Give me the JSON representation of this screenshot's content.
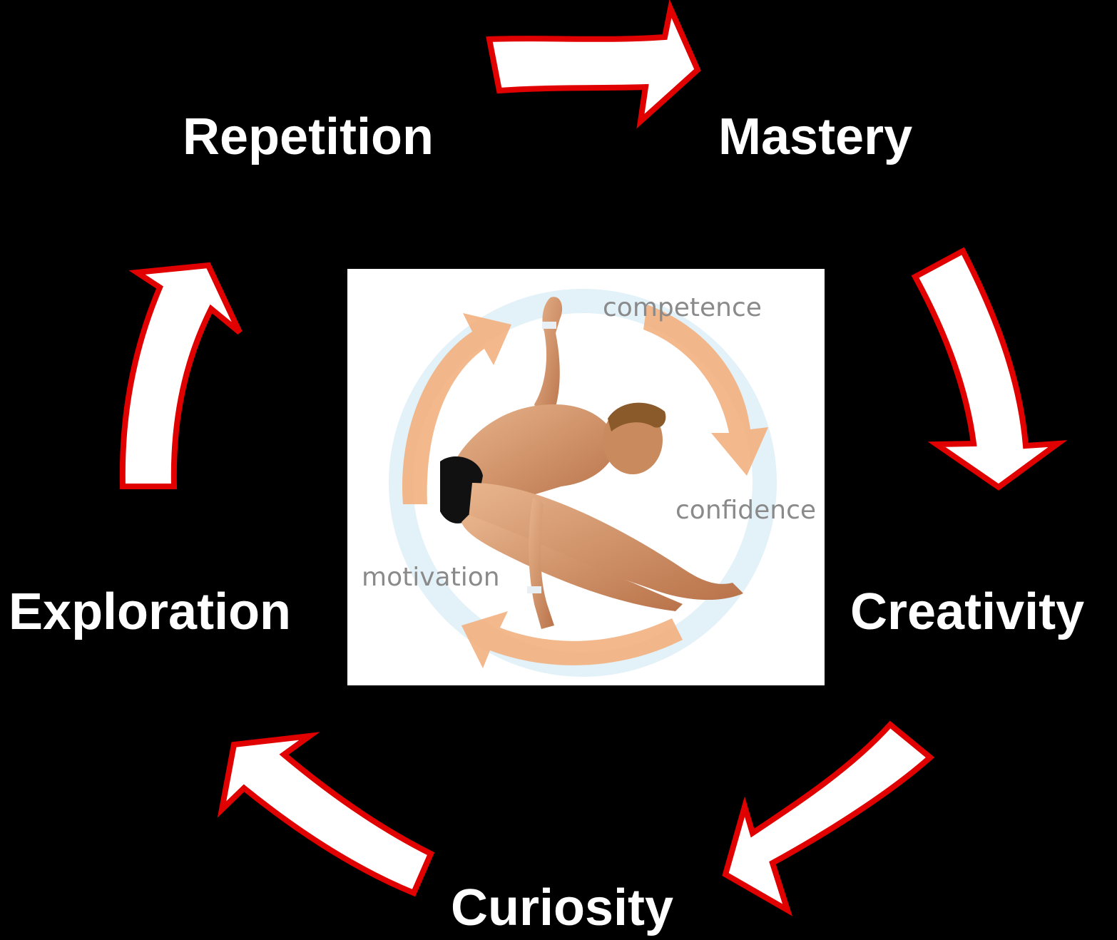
{
  "cycle": {
    "stages": [
      {
        "name": "Repetition"
      },
      {
        "name": "Mastery"
      },
      {
        "name": "Creativity"
      },
      {
        "name": "Curiosity"
      },
      {
        "name": "Exploration"
      }
    ],
    "arrow_fill": "#ffffff",
    "arrow_outline": "#e00000"
  },
  "center_image": {
    "labels": {
      "competence": "competence",
      "confidence": "confidence",
      "motivation": "motivation"
    },
    "inner_arrow_color": "#f2a466",
    "ring_color": "#d9ecf6",
    "background": "#ffffff"
  },
  "background": "#000000"
}
